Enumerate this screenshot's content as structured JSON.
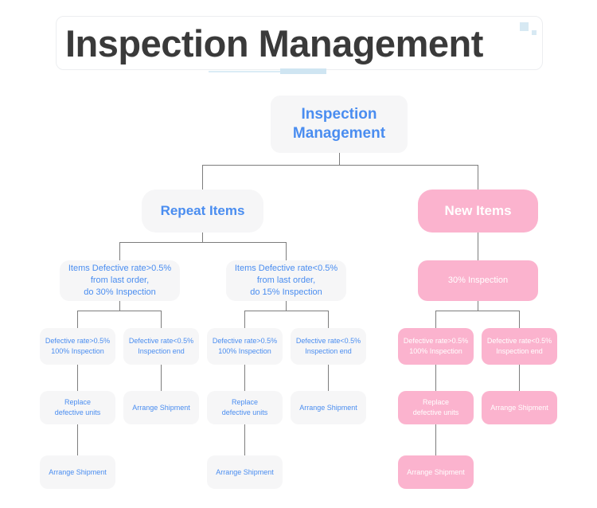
{
  "header": {
    "title": "Inspection Management",
    "accent_color": "#d7e9f3",
    "underline_color": "#cfe5f2"
  },
  "palette": {
    "grey_node_bg": "#f6f6f7",
    "grey_node_text": "#4a8df0",
    "pink_node_bg": "#fbb3ce",
    "pink_node_text": "#ffffff",
    "connector": "#7d7d7d"
  },
  "chart_data": {
    "type": "diagram",
    "title": "Inspection Management",
    "nodes": [
      {
        "id": "root",
        "label": "Inspection\nManagement",
        "style": "grey"
      },
      {
        "id": "repeat",
        "label": "Repeat Items",
        "style": "grey"
      },
      {
        "id": "new",
        "label": "New Items",
        "style": "pink"
      },
      {
        "id": "rep-hi",
        "label": "Items Defective rate>0.5%\nfrom last order,\ndo 30% Inspection",
        "style": "grey"
      },
      {
        "id": "rep-lo",
        "label": "Items Defective rate<0.5%\nfrom last order,\ndo 15% Inspection",
        "style": "grey"
      },
      {
        "id": "new-30",
        "label": "30% Inspection",
        "style": "pink"
      },
      {
        "id": "rep-hi-a",
        "label": "Defective rate>0.5%\n100% Inspection",
        "style": "grey"
      },
      {
        "id": "rep-hi-b",
        "label": "Defective rate<0.5%\nInspection end",
        "style": "grey"
      },
      {
        "id": "rep-lo-a",
        "label": "Defective rate>0.5%\n100% Inspection",
        "style": "grey"
      },
      {
        "id": "rep-lo-b",
        "label": "Defective rate<0.5%\nInspection end",
        "style": "grey"
      },
      {
        "id": "new-a",
        "label": "Defective rate>0.5%\n100% Inspection",
        "style": "pink"
      },
      {
        "id": "new-b",
        "label": "Defective rate<0.5%\nInspection end",
        "style": "pink"
      },
      {
        "id": "rep-hi-a-r",
        "label": "Replace\ndefective units",
        "style": "grey"
      },
      {
        "id": "rep-hi-b-s",
        "label": "Arrange Shipment",
        "style": "grey"
      },
      {
        "id": "rep-lo-a-r",
        "label": "Replace\ndefective units",
        "style": "grey"
      },
      {
        "id": "rep-lo-b-s",
        "label": "Arrange Shipment",
        "style": "grey"
      },
      {
        "id": "new-a-r",
        "label": "Replace\ndefective units",
        "style": "pink"
      },
      {
        "id": "new-b-s",
        "label": "Arrange Shipment",
        "style": "pink"
      },
      {
        "id": "rep-hi-ship",
        "label": "Arrange Shipment",
        "style": "grey"
      },
      {
        "id": "rep-lo-ship",
        "label": "Arrange Shipment",
        "style": "grey"
      },
      {
        "id": "new-ship",
        "label": "Arrange Shipment",
        "style": "pink"
      }
    ],
    "edges": [
      [
        "root",
        "repeat"
      ],
      [
        "root",
        "new"
      ],
      [
        "repeat",
        "rep-hi"
      ],
      [
        "repeat",
        "rep-lo"
      ],
      [
        "new",
        "new-30"
      ],
      [
        "rep-hi",
        "rep-hi-a"
      ],
      [
        "rep-hi",
        "rep-hi-b"
      ],
      [
        "rep-lo",
        "rep-lo-a"
      ],
      [
        "rep-lo",
        "rep-lo-b"
      ],
      [
        "new-30",
        "new-a"
      ],
      [
        "new-30",
        "new-b"
      ],
      [
        "rep-hi-a",
        "rep-hi-a-r"
      ],
      [
        "rep-hi-b",
        "rep-hi-b-s"
      ],
      [
        "rep-lo-a",
        "rep-lo-a-r"
      ],
      [
        "rep-lo-b",
        "rep-lo-b-s"
      ],
      [
        "new-a",
        "new-a-r"
      ],
      [
        "new-b",
        "new-b-s"
      ],
      [
        "rep-hi-a-r",
        "rep-hi-ship"
      ],
      [
        "rep-lo-a-r",
        "rep-lo-ship"
      ],
      [
        "new-a-r",
        "new-ship"
      ]
    ]
  }
}
